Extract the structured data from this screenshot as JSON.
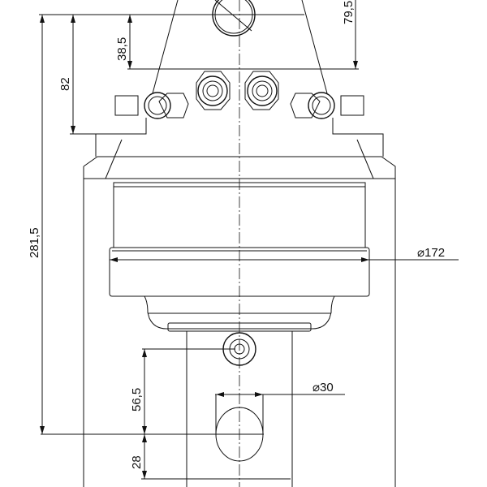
{
  "drawing": {
    "dimensions": {
      "top_offset": "79,5",
      "upper_height": "38,5",
      "flange_height": "82",
      "overall_height": "281,5",
      "housing_diameter": "⌀172",
      "shaft_hole_distance": "56,5",
      "bottom_offset": "28",
      "shaft_hole_diameter": "⌀30"
    }
  }
}
